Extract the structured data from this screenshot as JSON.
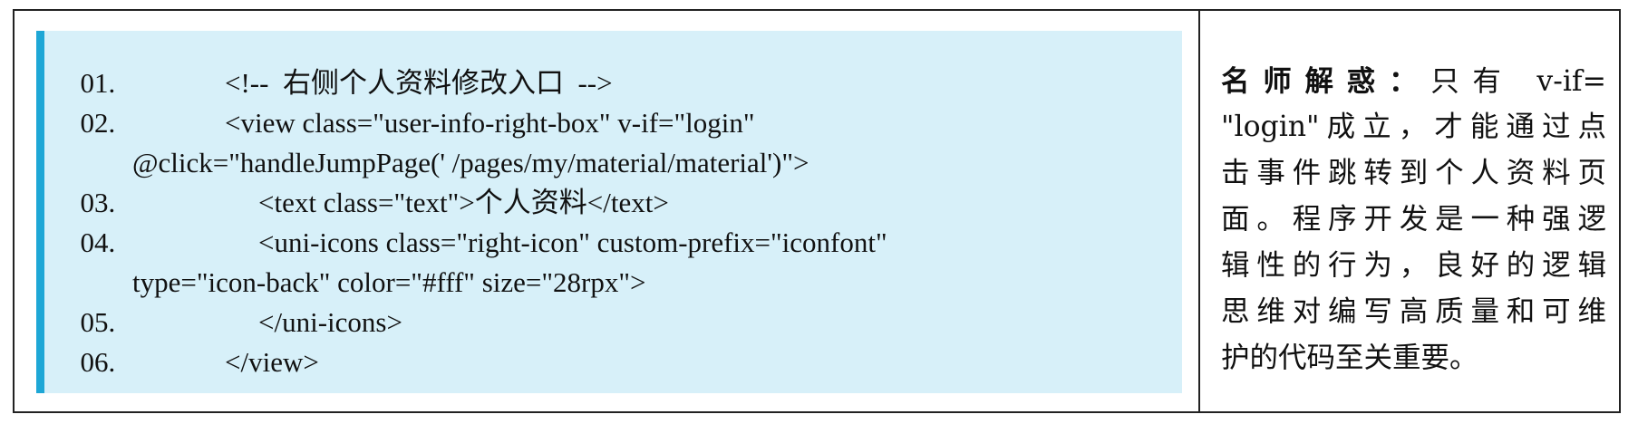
{
  "code": {
    "lines": [
      {
        "num": "01.",
        "text": "<!--  右侧个人资料修改入口  -->"
      },
      {
        "num": "02.",
        "text": "<view class=\"user-info-right-box\" v-if=\"login\""
      },
      {
        "num": "",
        "text": "@click=\"handleJumpPage(' /pages/my/material/material')\">"
      },
      {
        "num": "03.",
        "text": "<text class=\"text\">个人资料</text>"
      },
      {
        "num": "04.",
        "text": "<uni-icons class=\"right-icon\" custom-prefix=\"iconfont\""
      },
      {
        "num": "",
        "text": "type=\"icon-back\" color=\"#fff\" size=\"28rpx\">"
      },
      {
        "num": "05.",
        "text": "</uni-icons>"
      },
      {
        "num": "06.",
        "text": "</view>"
      }
    ]
  },
  "tip": {
    "label": "名师解惑：",
    "lines": [
      "只有 v-if=",
      "\"login\"成立，才能通过点",
      "击事件跳转到个人资料页",
      "面。程序开发是一种强逻",
      "辑性的行为，良好的逻辑",
      "思维对编写高质量和可维",
      "护的代码至关重要。"
    ]
  }
}
